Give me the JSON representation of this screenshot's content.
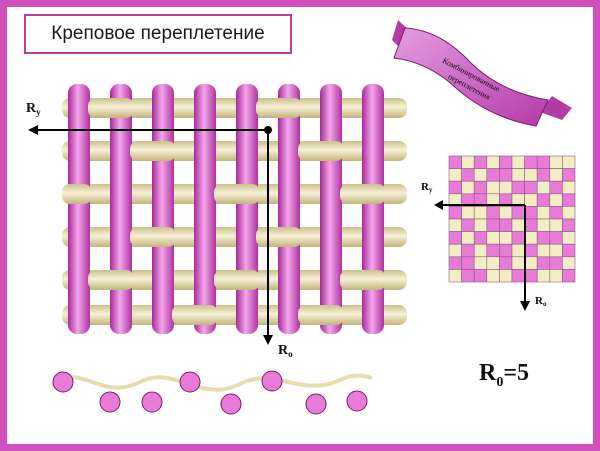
{
  "title": "Креповое переплетение",
  "ribbon_lines": [
    "Комбинированные",
    "переплетения"
  ],
  "axis_labels": {
    "ry_main": "R",
    "ry_main_sub": "у",
    "ro_main": "R",
    "ro_main_sub": "о",
    "ry_small": "R",
    "ry_small_sub": "у",
    "ro_small": "R",
    "ro_small_sub": "о"
  },
  "repeat_label": "R",
  "repeat_sub": "0",
  "repeat_value": "=5",
  "weave_pattern": [
    [
      1,
      0,
      1,
      0,
      1,
      0,
      1,
      1,
      0,
      0
    ],
    [
      0,
      1,
      0,
      1,
      1,
      0,
      0,
      1,
      0,
      1
    ],
    [
      1,
      0,
      1,
      0,
      0,
      1,
      1,
      0,
      1,
      0
    ],
    [
      0,
      1,
      1,
      0,
      1,
      0,
      0,
      1,
      0,
      1
    ],
    [
      1,
      0,
      0,
      1,
      0,
      1,
      1,
      0,
      1,
      0
    ],
    [
      0,
      1,
      0,
      1,
      1,
      0,
      1,
      0,
      0,
      1
    ],
    [
      1,
      0,
      1,
      0,
      0,
      1,
      0,
      1,
      1,
      0
    ],
    [
      0,
      1,
      0,
      1,
      1,
      0,
      1,
      0,
      0,
      1
    ],
    [
      1,
      1,
      0,
      0,
      1,
      0,
      0,
      1,
      1,
      0
    ],
    [
      0,
      1,
      1,
      0,
      0,
      1,
      1,
      0,
      0,
      1
    ]
  ],
  "colors": {
    "frame": "#d24fbe",
    "warp": "#e06ad0",
    "weft": "#e6dcae",
    "grid_pink": "#e87ad8",
    "grid_cream": "#f3edc4",
    "ribbon": "#cf5fc4"
  }
}
